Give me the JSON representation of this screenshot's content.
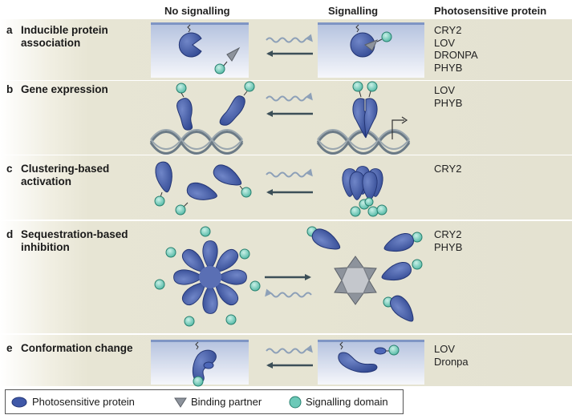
{
  "headers": {
    "no_signalling": "No signalling",
    "signalling": "Signalling",
    "photosensitive": "Photosensitive protein"
  },
  "rows": [
    {
      "letter": "a",
      "title": [
        "Inducible protein",
        "association"
      ],
      "proteins": [
        "CRY2",
        "LOV",
        "DRONPA",
        "PHYB"
      ]
    },
    {
      "letter": "b",
      "title": [
        "Gene expression"
      ],
      "proteins": [
        "LOV",
        "PHYB"
      ]
    },
    {
      "letter": "c",
      "title": [
        "Clustering-based",
        "activation"
      ],
      "proteins": [
        "CRY2"
      ]
    },
    {
      "letter": "d",
      "title": [
        "Sequestration-based",
        "inhibition"
      ],
      "proteins": [
        "CRY2",
        "PHYB"
      ]
    },
    {
      "letter": "e",
      "title": [
        "Conformation change"
      ],
      "proteins": [
        "LOV",
        "Dronpa"
      ]
    }
  ],
  "legend": {
    "photosensitive": "Photosensitive protein",
    "binding": "Binding partner",
    "signalling": "Signalling domain"
  },
  "colors": {
    "protein": "#3f58a8",
    "protein_dark": "#2a3c7e",
    "partner": "#8d939c",
    "domain": "#6cc9b8",
    "domain_edge": "#27806f",
    "arrow": "#3c4f58",
    "wavy": "#8da0b8",
    "membrane_top": "#8ea4cb",
    "membrane_bottom": "#f4f6fb",
    "dna": "#6b7a86"
  }
}
